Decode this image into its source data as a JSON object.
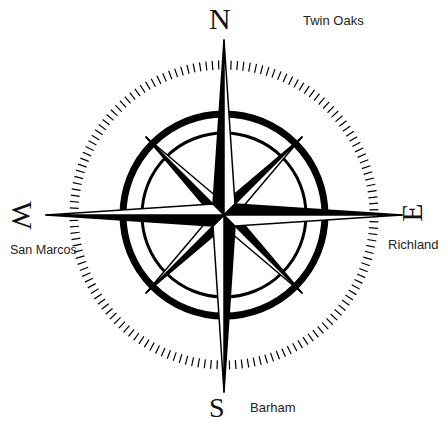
{
  "diagram": {
    "labels": [
      "N",
      "Twin Oaks",
      "W",
      "San Marcos",
      "E",
      "Richland",
      "S",
      "Barham"
    ]
  }
}
